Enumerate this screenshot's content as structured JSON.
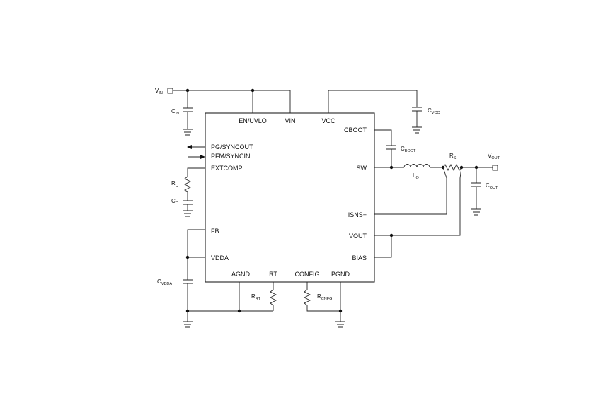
{
  "ic": {
    "pins": {
      "en_uvlo": "EN/UVLO",
      "vin": "VIN",
      "vcc": "VCC",
      "cboot": "CBOOT",
      "pg_syncout": "PG/SYNCOUT",
      "pfm_syncin": "PFM/SYNCIN",
      "extcomp": "EXTCOMP",
      "sw": "SW",
      "isns": "ISNS+",
      "fb": "FB",
      "vout": "VOUT",
      "vdda": "VDDA",
      "bias": "BIAS",
      "agnd": "AGND",
      "rt": "RT",
      "config": "CONFIG",
      "pgnd": "PGND"
    }
  },
  "components": {
    "vin_port": {
      "main": "V",
      "sub": "IN"
    },
    "cin": {
      "main": "C",
      "sub": "IN"
    },
    "cvcc": {
      "main": "C",
      "sub": "VCC"
    },
    "cboot": {
      "main": "C",
      "sub": "BOOT"
    },
    "lo": {
      "main": "L",
      "sub": "O"
    },
    "rs": {
      "main": "R",
      "sub": "S"
    },
    "vout_port": {
      "main": "V",
      "sub": "OUT"
    },
    "cout": {
      "main": "C",
      "sub": "OUT"
    },
    "rc": {
      "main": "R",
      "sub": "C"
    },
    "cc": {
      "main": "C",
      "sub": "C"
    },
    "cvdda": {
      "main": "C",
      "sub": "VDDA"
    },
    "rrt": {
      "main": "R",
      "sub": "RT"
    },
    "rcnfg": {
      "main": "R",
      "sub": "CNFG"
    }
  }
}
